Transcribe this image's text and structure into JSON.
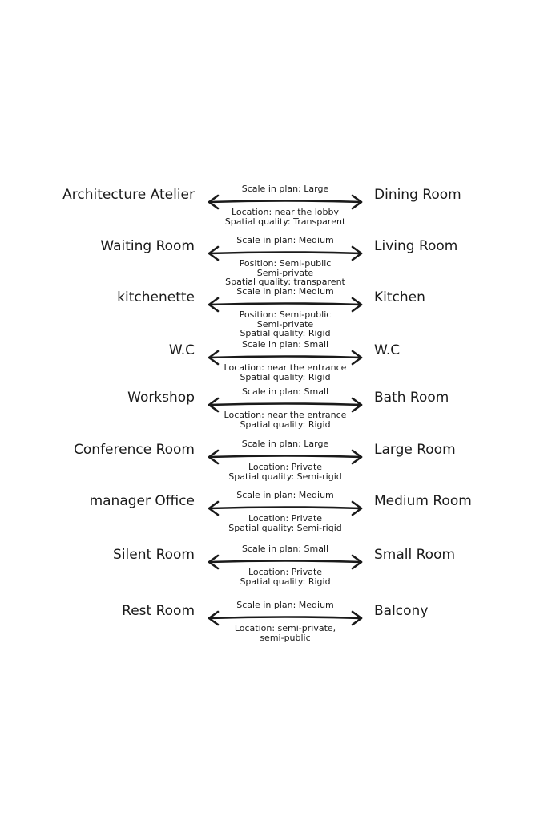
{
  "rows": [
    {
      "left": "Architecture Atelier",
      "right": "Dining Room",
      "top": "Scale in plan: Large",
      "bottom": [
        "Location: near the lobby",
        "Spatial quality: Transparent"
      ]
    },
    {
      "left": "Waiting Room",
      "right": "Living Room",
      "top": "Scale in plan: Medium",
      "bottom": [
        "Position: Semi-public",
        "Semi-private",
        "Spatial quality: transparent"
      ]
    },
    {
      "left": "kitchenette",
      "right": "Kitchen",
      "top": "Scale in plan: Medium",
      "bottom": [
        "Position: Semi-public",
        "Semi-private",
        "Spatial quality: Rigid"
      ]
    },
    {
      "left": "W.C",
      "right": "W.C",
      "top": "Scale in plan: Small",
      "bottom": [
        "Location: near the entrance",
        "Spatial quality: Rigid"
      ]
    },
    {
      "left": "Workshop",
      "right": "Bath Room",
      "top": "Scale in plan: Small",
      "bottom": [
        "Location: near the entrance",
        "Spatial quality: Rigid"
      ]
    },
    {
      "left": "Conference Room",
      "right": "Large Room",
      "top": "Scale in plan: Large",
      "bottom": [
        "Location: Private",
        "Spatial quality: Semi-rigid"
      ]
    },
    {
      "left": "manager Office",
      "right": "Medium Room",
      "top": "Scale in plan: Medium",
      "bottom": [
        "Location: Private",
        "Spatial quality: Semi-rigid"
      ]
    },
    {
      "left": "Silent Room",
      "right": "Small Room",
      "top": "Scale in plan: Small",
      "bottom": [
        "Location: Private",
        "Spatial quality: Rigid"
      ]
    },
    {
      "left": "Rest Room",
      "right": "Balcony",
      "top": "Scale in plan: Medium",
      "bottom": [
        "Location: semi-private,",
        "semi-public"
      ]
    }
  ]
}
